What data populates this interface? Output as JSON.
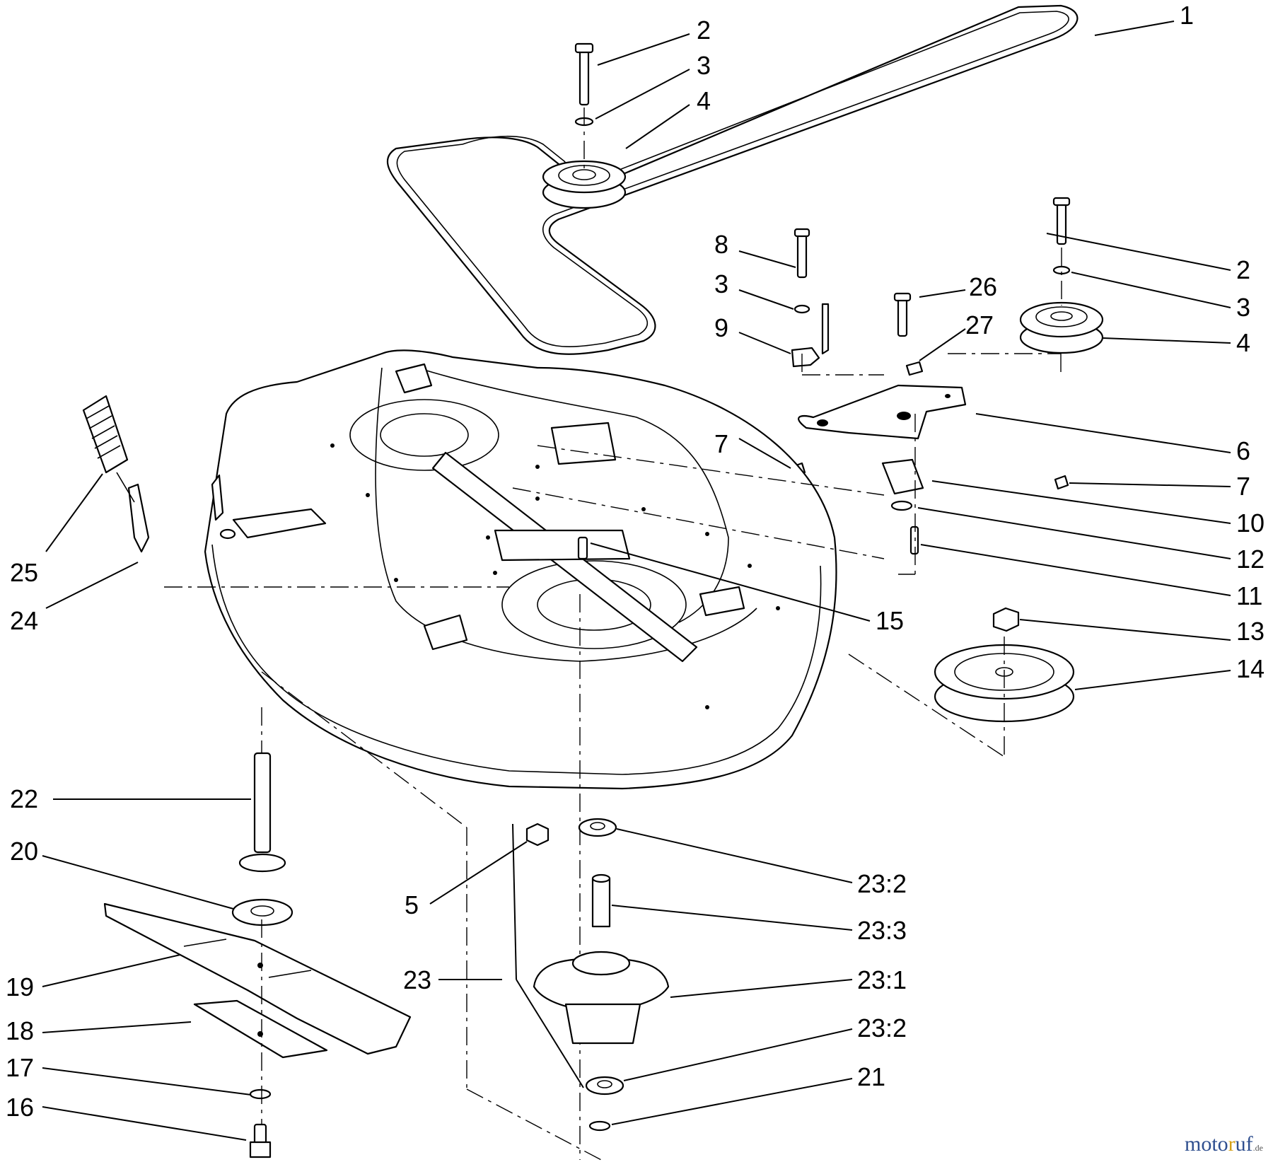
{
  "callouts": [
    "1",
    "2",
    "3",
    "4",
    "2",
    "3",
    "4",
    "8",
    "3",
    "9",
    "26",
    "27",
    "6",
    "7",
    "7",
    "10",
    "12",
    "11",
    "15",
    "25",
    "24",
    "13",
    "14",
    "22",
    "20",
    "5",
    "23:2",
    "23:3",
    "23",
    "23:1",
    "19",
    "18",
    "23:2",
    "17",
    "21",
    "16"
  ],
  "watermark": {
    "part1": "moto",
    "part2": "r",
    "part3": "uf",
    "part4": ".de"
  },
  "colors": {
    "line": "#000000",
    "background": "#ffffff",
    "watermark_blue": "#2f4f8f",
    "watermark_gold": "#d4a017"
  }
}
